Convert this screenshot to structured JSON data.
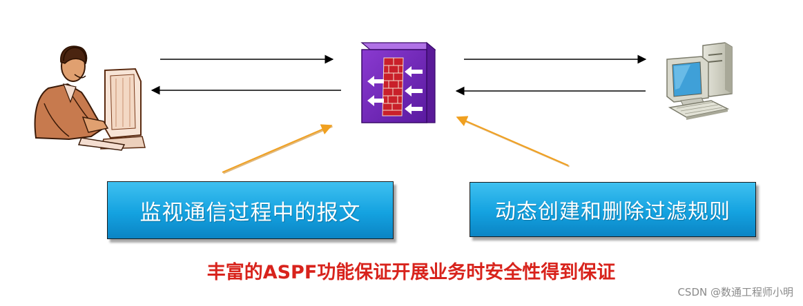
{
  "diagram": {
    "left_box_label": "监视通信过程中的报文",
    "right_box_label": "动态创建和删除过滤规则",
    "caption": "丰富的ASPF功能保证开展业务时安全性得到保证",
    "watermark": "CSDN @数通工程师小明"
  },
  "icons": {
    "user": "user-at-computer-icon",
    "firewall": "firewall-icon",
    "server": "desktop-computer-icon"
  },
  "colors": {
    "box_fill": "#14a2e0",
    "caption": "#d8231c",
    "firewall_purple": "#7a2bbd",
    "annotation_arrow": "#f0a020"
  }
}
